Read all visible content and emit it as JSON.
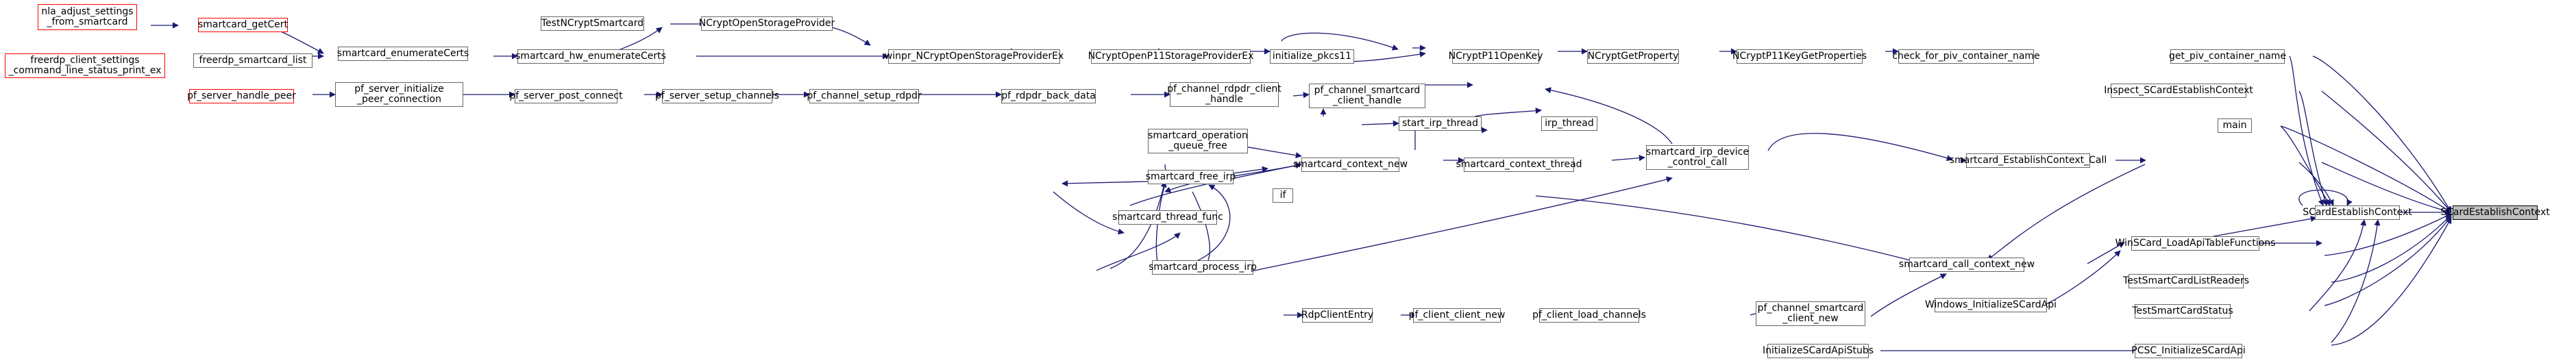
{
  "colors": {
    "edge": "#191970",
    "node_border": "#666666",
    "missing_border": "#ff0000",
    "root_fill": "#bfbfbf"
  },
  "nodes": {
    "nla_adjust": "nla_adjust_settings\n_from_smartcard",
    "sc_getcert": "smartcard_getCert",
    "freerdp_clset": "freerdp_client_settings\n_command_line_status_print_ex",
    "freerdp_sclist": "freerdp_smartcard_list",
    "sc_enumcerts": "smartcard_enumerateCerts",
    "testncrypt": "TestNCryptSmartcard",
    "ncrypt_osp": "NCryptOpenStorageProvider",
    "sc_hwenum": "smartcard_hw_enumerateCerts",
    "winpr_ospex": "winpr_NCryptOpenStorageProviderEx",
    "ncrypt_p11osp": "NCryptOpenP11StorageProviderEx",
    "init_pkcs11": "initialize_pkcs11",
    "ncrypt_p11openkey": "NCryptP11OpenKey",
    "ncrypt_getprop": "NCryptGetProperty",
    "ncrypt_p11keyprops": "NCryptP11KeyGetProperties",
    "check_piv": "check_for_piv_container_name",
    "get_piv": "get_piv_container_name",
    "pf_srv_hp": "pf_server_handle_peer",
    "pf_srv_init": "pf_server_initialize\n_peer_connection",
    "pf_srv_pc": "pf_server_post_connect",
    "pf_srv_sc": "pf_server_setup_channels",
    "pf_ch_setup_rdpdr": "pf_channel_setup_rdpdr",
    "pf_rdpdr_bd": "pf_rdpdr_back_data",
    "pf_ch_rdpdr_ch": "pf_channel_rdpdr_client\n_handle",
    "pf_ch_sc_ch": "pf_channel_smartcard\n_client_handle",
    "start_irp": "start_irp_thread",
    "irp_thread": "irp_thread",
    "sc_op_qf": "smartcard_operation\n_queue_free",
    "sc_ctx_new": "smartcard_context_new",
    "sc_ctx_thread": "smartcard_context_thread",
    "sc_irp_dev": "smartcard_irp_device\n_control_call",
    "sc_free_irp": "smartcard_free_irp",
    "if_node": "if",
    "sc_thread_func": "smartcard_thread_func",
    "sc_process_irp": "smartcard_process_irp",
    "sc_ec_call": "smartcard_EstablishContext_Call",
    "inspect_sec": "Inspect_SCardEstablishContext",
    "main_node": "main",
    "scard_ec": "SCardEstablishContext",
    "scard_ec_root": "SCardEstablishContext",
    "rdp_ce": "RdpClientEntry",
    "pf_cl_new": "pf_client_client_new",
    "pf_cl_lc": "pf_client_load_channels",
    "pf_ch_sc_cn": "pf_channel_smartcard\n_client_new",
    "sc_call_ctx_new": "smartcard_call_context_new",
    "winscard_load": "WinSCard_LoadApiTableFunctions",
    "test_listreaders": "TestSmartCardListReaders",
    "win_init": "Windows_InitializeSCardApi",
    "test_status": "TestSmartCardStatus",
    "init_stubs": "InitializeSCardApiStubs",
    "pcsc_init": "PCSC_InitializeSCardApi"
  }
}
